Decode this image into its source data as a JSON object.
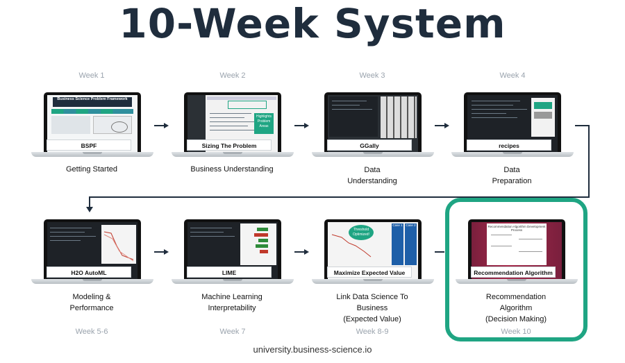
{
  "title": "10-Week System",
  "footer": "university.business-science.io",
  "weeks": [
    {
      "week": "Week 1",
      "tag": "BSPF",
      "caption": [
        "Getting Started"
      ],
      "screen_title": "Business Science Problem Framework"
    },
    {
      "week": "Week 2",
      "tag": "Sizing The Problem",
      "caption": [
        "Business Understanding"
      ],
      "callout": "Highlights Problem Areas"
    },
    {
      "week": "Week 3",
      "tag": "GGally",
      "caption": [
        "Data",
        "Understanding"
      ]
    },
    {
      "week": "Week 4",
      "tag": "recipes",
      "caption": [
        "Data",
        "Preparation"
      ]
    },
    {
      "week": "Week 5-6",
      "tag": "H2O AutoML",
      "caption": [
        "Modeling &",
        "Performance"
      ]
    },
    {
      "week": "Week 7",
      "tag": "LIME",
      "caption": [
        "Machine Learning",
        "Interpretability"
      ]
    },
    {
      "week": "Week 8-9",
      "tag": "Maximize Expected Value",
      "caption": [
        "Link Data Science To",
        "Business",
        "(Expected Value)"
      ],
      "callout": "Threshold Optimized!",
      "case_a": "Case 1",
      "case_b": "Case 2"
    },
    {
      "week": "Week 10",
      "tag": "Recommendation Algorithm",
      "caption": [
        "Recommendation",
        "Algorithm",
        "(Decision Making)"
      ],
      "screen_title": "Recommendation Algorithm Development Process"
    }
  ],
  "colors": {
    "accent": "#1fa583",
    "title": "#1f2d3d",
    "week_label": "#9aa3ad"
  }
}
